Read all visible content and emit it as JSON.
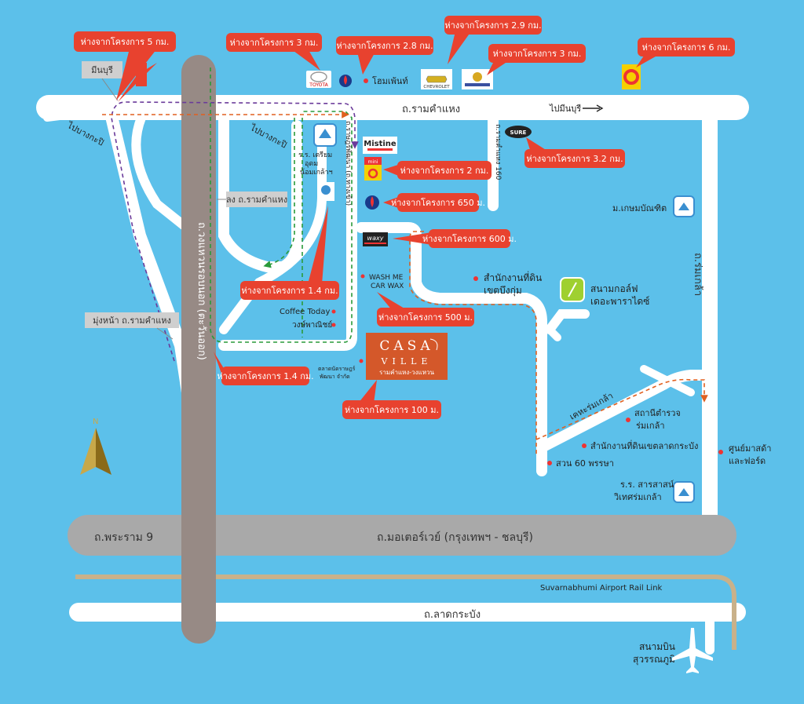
{
  "roads": {
    "ramkhamhaeng": "ถ.รามคำแหง",
    "to_minburi_arrow": "ไปมีนบุรี",
    "ring_road": "ถ.วงแหวนรอบนอก (ตะวันออก)",
    "rama9": "ถ.พระราม 9",
    "motorway": "ถ.มอเตอร์เวย์ (กรุงเทพฯ - ชลบุรี)",
    "airport_link": "Suvarnabhumi Airport Rail Link",
    "lat_krabang": "ถ.ลาดกระบัง",
    "ramkhamhaeng160": "ถ.รามคำแหง 160",
    "right_road": "ถ.ร่มเกล้า",
    "middle_road": "ถ.ราษฎร์พัฒนา (ถ.ทางเข้า)",
    "romklao_soi": "เคหะร่มเกล้า"
  },
  "labels": {
    "minburi": "มีนบุรี",
    "to_bangkapi_1": "ไปบางกะปิ",
    "to_bangkapi_2": "ไปบางกะปิ",
    "down_ramkhamhaeng": "ลง ถ.รามคำแหง",
    "toward_ramkhamhaeng": "มุ่งหน้า ถ.รามคำแหง"
  },
  "callouts": {
    "c_5km": "ห่างจากโครงการ 5 กม.",
    "c_3km_toyota": "ห่างจากโครงการ 3 กม.",
    "c_2_8km": "ห่างจากโครงการ 2.8 กม.",
    "c_2_9km": "ห่างจากโครงการ 2.9 กม.",
    "c_3km": "ห่างจากโครงการ 3 กม.",
    "c_6km": "ห่างจากโครงการ 6 กม.",
    "c_3_2km": "ห่างจากโครงการ 3.2 กม.",
    "c_2km": "ห่างจากโครงการ 2 กม.",
    "c_650m": "ห่างจากโครงการ 650 ม.",
    "c_600m": "ห่างจากโครงการ 600 ม.",
    "c_1_4km_a": "ห่างจากโครงการ 1.4 กม.",
    "c_500m": "ห่างจากโครงการ 500 ม.",
    "c_1_4km_b": "ห่างจากโครงการ 1.4 กม.",
    "c_100m": "ห่างจากโครงการ 100 ม."
  },
  "places": {
    "home_paint": "โฮมเพ้นท์",
    "school_triam_1": "ร.ร. เตรียม",
    "school_triam_2": "อุดม",
    "school_triam_3": "น้อมเกล้าฯ",
    "land_office_1": "สำนักงานที่ดิน",
    "land_office_2": "เขตบึงกุ่ม",
    "golf_1": "สนามกอล์ฟ",
    "golf_2": "เดอะพาราไดซ์",
    "kasem": "ม.เกษมบัณฑิต",
    "wash_1": "WASH ME",
    "wash_2": "CAR WAX",
    "coffee": "Coffee Today",
    "wongpanit": "วงษ์พาณิชย์",
    "market_1": "ตลาดนัดราษฎร์",
    "market_2": "พัฒนา จำกัด",
    "police_1": "สถานีตำรวจ",
    "police_2": "ร่มเกล้า",
    "lat_krabang_office": "สำนักงานที่ดินเขตลาดกระบัง",
    "suan60": "สวน 60 พรรษา",
    "mazda_1": "ศูนย์มาสด้า",
    "mazda_2": "และฟอร์ด",
    "sarasas_1": "ร.ร. สารสาสน์",
    "sarasas_2": "วิเทศร่มเกล้า",
    "airport_1": "สนามบิน",
    "airport_2": "สุวรรณภูมิ"
  },
  "project": {
    "name_top": "CASA",
    "name_bottom": "VILLE",
    "subtitle": "รามคำแหง-วงแหวน"
  },
  "logos": {
    "toyota": "TOYOTA",
    "chevrolet": "CHEVROLET",
    "mistine": "Mistine",
    "mini_c": "mini",
    "waxy": "waxy",
    "sure": "SURE"
  },
  "colors": {
    "background": "#5cc0ea",
    "road": "#ffffff",
    "highway": "#a9a9a9",
    "ring_road": "#978a85",
    "rail": "#c9b18a",
    "callout": "#e8422f",
    "project_box": "#d4582a"
  }
}
